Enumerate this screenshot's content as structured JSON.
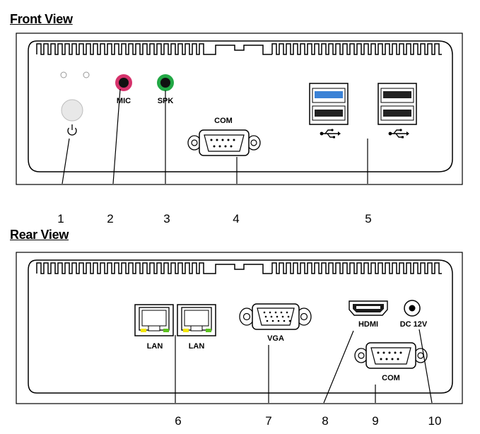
{
  "front_view": {
    "title": "Front View",
    "labels": {
      "mic": "MIC",
      "spk": "SPK",
      "com": "COM"
    },
    "callouts": [
      "1",
      "2",
      "3",
      "4",
      "5"
    ]
  },
  "rear_view": {
    "title": "Rear View",
    "labels": {
      "lan1": "LAN",
      "lan2": "LAN",
      "vga": "VGA",
      "hdmi": "HDMI",
      "dc": "DC 12V",
      "com": "COM"
    },
    "callouts": [
      "6",
      "7",
      "8",
      "9",
      "10"
    ]
  },
  "colors": {
    "mic_jack": "#d6336c",
    "spk_jack": "#22a845",
    "usb3_tongue": "#3b82d6",
    "lan_led_yellow": "#f2e600",
    "lan_led_green": "#5cc21e"
  },
  "icons": [
    "power-icon",
    "usb-icon",
    "usb-icon"
  ]
}
